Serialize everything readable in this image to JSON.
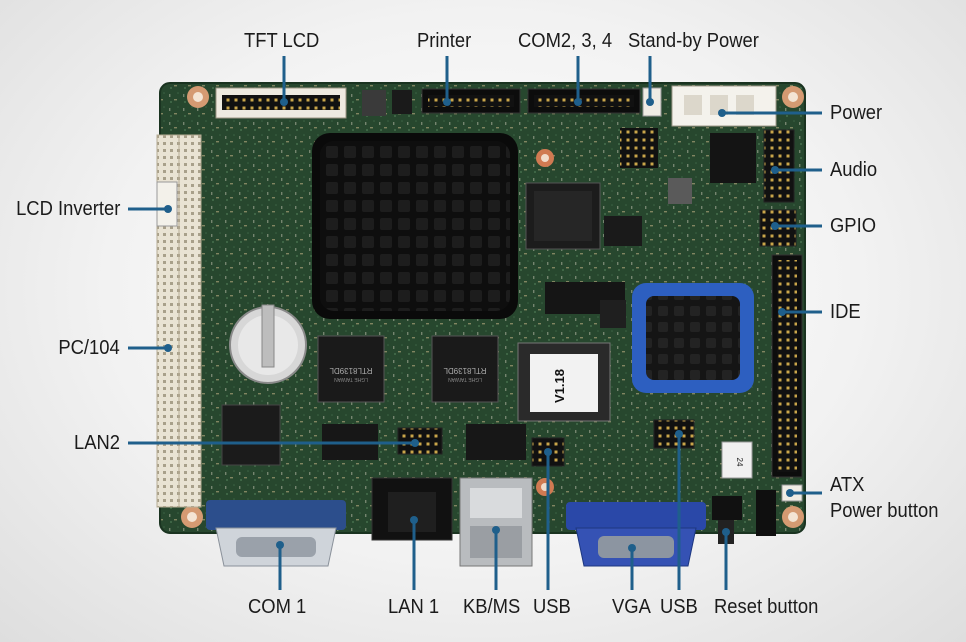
{
  "labels": {
    "tft_lcd": "TFT LCD",
    "printer": "Printer",
    "com234": "COM2, 3, 4",
    "standby": "Stand-by Power",
    "power": "Power",
    "audio": "Audio",
    "gpio": "GPIO",
    "ide": "IDE",
    "atx_line1": "ATX",
    "atx_line2": "Power button",
    "lcd_inverter": "LCD Inverter",
    "pc104": "PC/104",
    "lan2": "LAN2",
    "com1": "COM 1",
    "lan1": "LAN 1",
    "kbms": "KB/MS",
    "usb_a": "USB",
    "vga": "VGA",
    "usb_b": "USB",
    "reset": "Reset button"
  },
  "chips": {
    "nic1_line1": "RTL8139DL",
    "nic1_line2": "LGHE TAIWAN",
    "nic2_line1": "RTL8139DL",
    "nic2_line2": "LGHE TAIWAN",
    "bios": "V1.18",
    "crystal": "24"
  },
  "colors": {
    "pcb": "#25452c",
    "leader": "#1f5f8b",
    "vga_connector": "#2a48a8",
    "heatsink_blue": "#2d5fc0",
    "heatsink_black": "#141414"
  }
}
